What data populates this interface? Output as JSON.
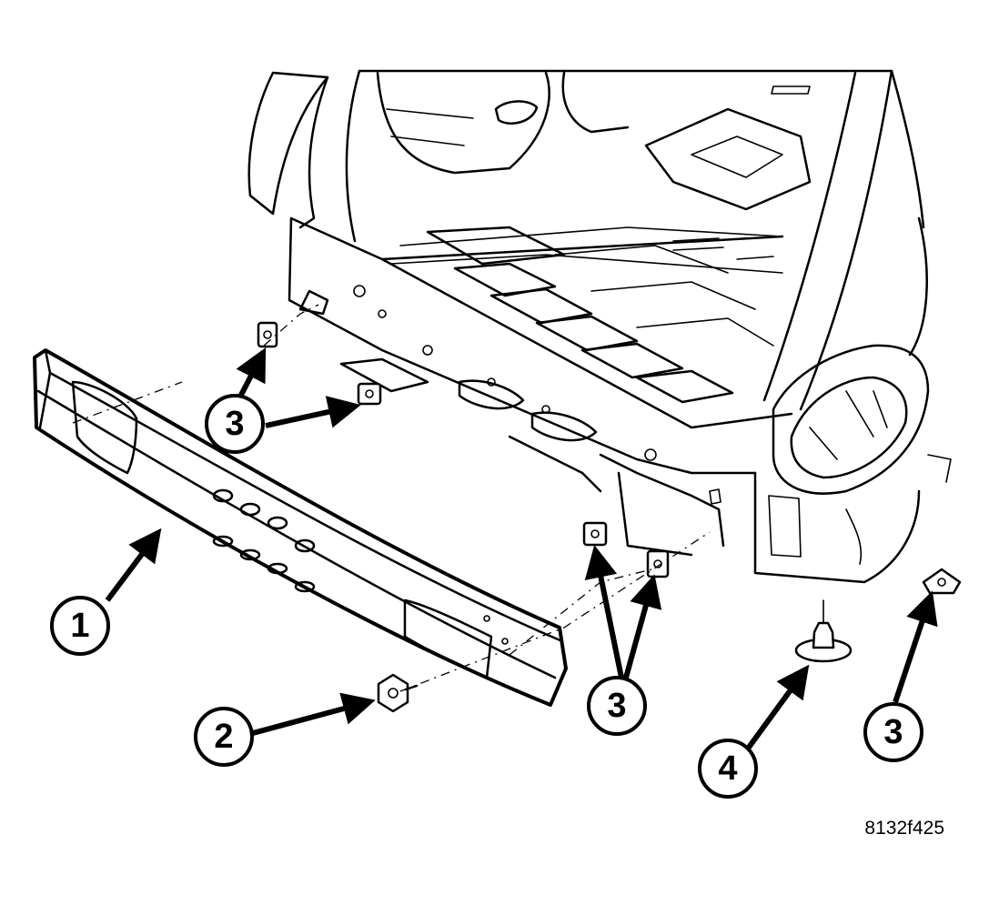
{
  "callouts": {
    "c1": "1",
    "c2": "2",
    "c3a": "3",
    "c3b": "3",
    "c3c": "3",
    "c4": "4"
  },
  "figure_code": "8132f425",
  "colors": {
    "ink": "#000000",
    "paper": "#ffffff"
  }
}
